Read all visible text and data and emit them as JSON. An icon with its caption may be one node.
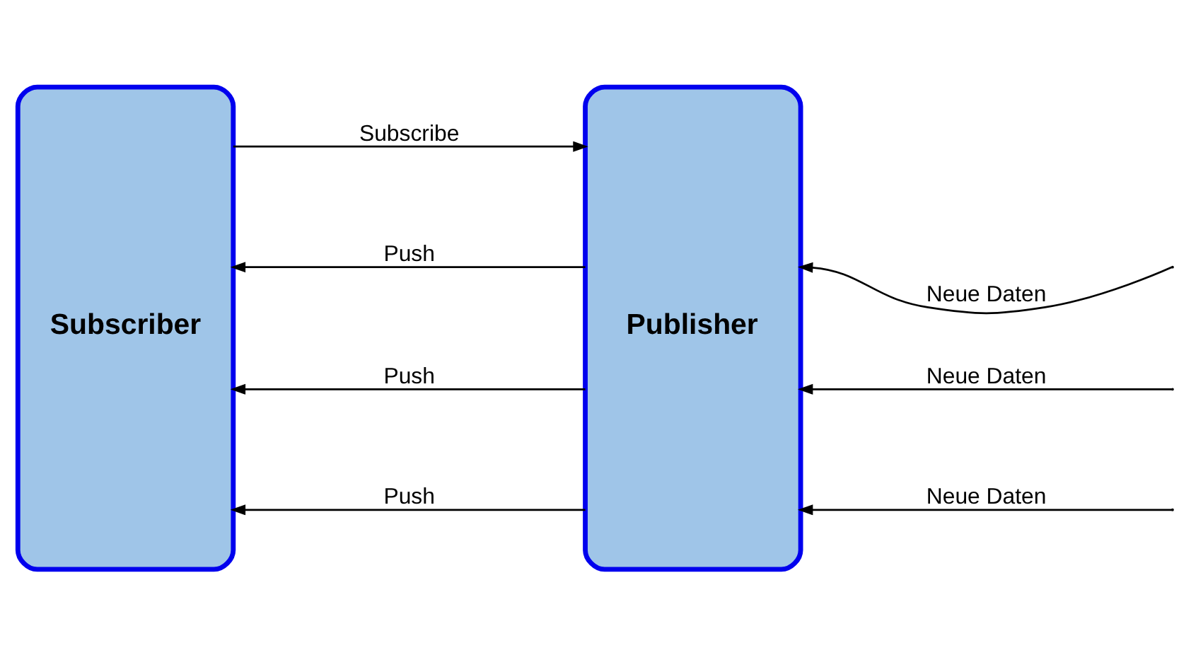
{
  "diagram": {
    "nodes": [
      {
        "text": [
          "Subscriber"
        ]
      },
      {
        "text": [
          "Publisher"
        ]
      }
    ],
    "edges": [
      {
        "from": 0,
        "to": 1,
        "arrow": "to",
        "label": "Subscribe"
      },
      {
        "from": 1,
        "to": 0,
        "arrow": "to",
        "label": "Push"
      },
      {
        "from": 1,
        "to": 0,
        "arrow": "to",
        "label": "Push"
      },
      {
        "from": 1,
        "to": 0,
        "arrow": "to",
        "label": "Push"
      },
      {
        "from": null,
        "to": 1,
        "arrow": "to",
        "label": "Neue Daten"
      },
      {
        "from": null,
        "to": 1,
        "arrow": "to",
        "label": "Neue Daten"
      },
      {
        "from": null,
        "to": 1,
        "arrow": "to",
        "label": "Neue Daten"
      }
    ]
  }
}
